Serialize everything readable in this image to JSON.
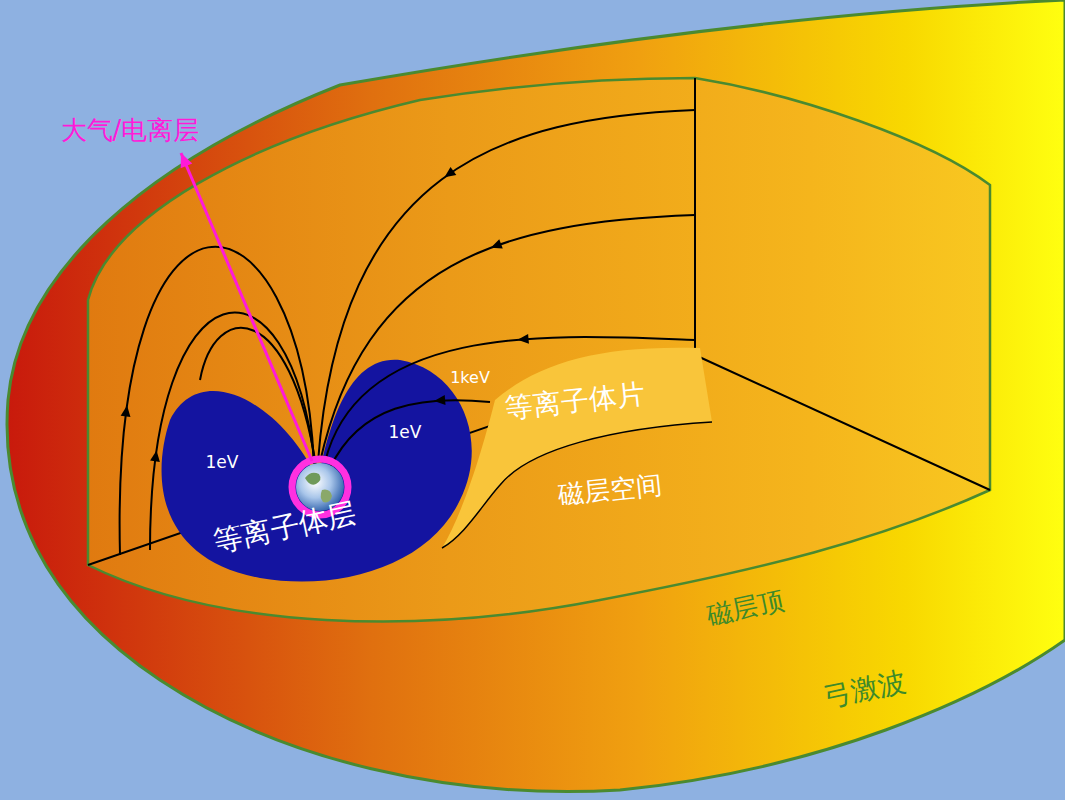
{
  "diagram": {
    "nodes": [
      {
        "text": [
          "弓激波"
        ]
      },
      {
        "text": [
          "磁层空间",
          "磁层顶"
        ],
        "in": 0
      },
      {
        "text": [
          "1keV",
          "等离子体片"
        ],
        "in": 1
      },
      {
        "text": [
          "1eV",
          "1eV",
          "等离子体层"
        ],
        "in": 1
      }
    ],
    "labels": [
      "大气/电离层"
    ]
  }
}
